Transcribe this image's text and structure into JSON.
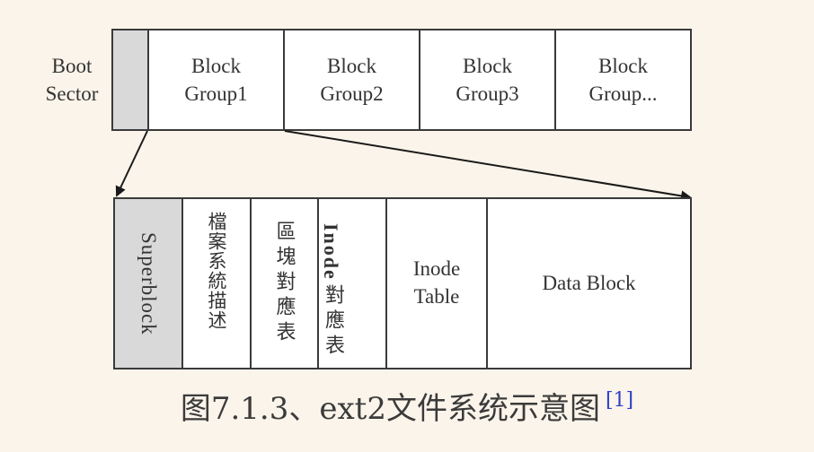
{
  "top_row": {
    "boot_sector": "Boot\nSector",
    "groups": [
      "Block\nGroup1",
      "Block\nGroup2",
      "Block\nGroup3",
      "Block\nGroup..."
    ]
  },
  "bottom_row": {
    "superblock": "Superblock",
    "fs_desc": "檔案系統描述",
    "block_bitmap": "區塊對應表",
    "inode_bitmap_head": "Inode",
    "inode_bitmap_tail": "對應表",
    "inode_table": "Inode\nTable",
    "data_block": "Data Block"
  },
  "caption": {
    "text": "图7.1.3、ext2文件系统示意图",
    "ref": "[1]"
  },
  "colors": {
    "background": "#fbf4ea",
    "shaded": "#d9d9d9",
    "border": "#3a3a3a",
    "ref_link": "#2d3fc8"
  }
}
